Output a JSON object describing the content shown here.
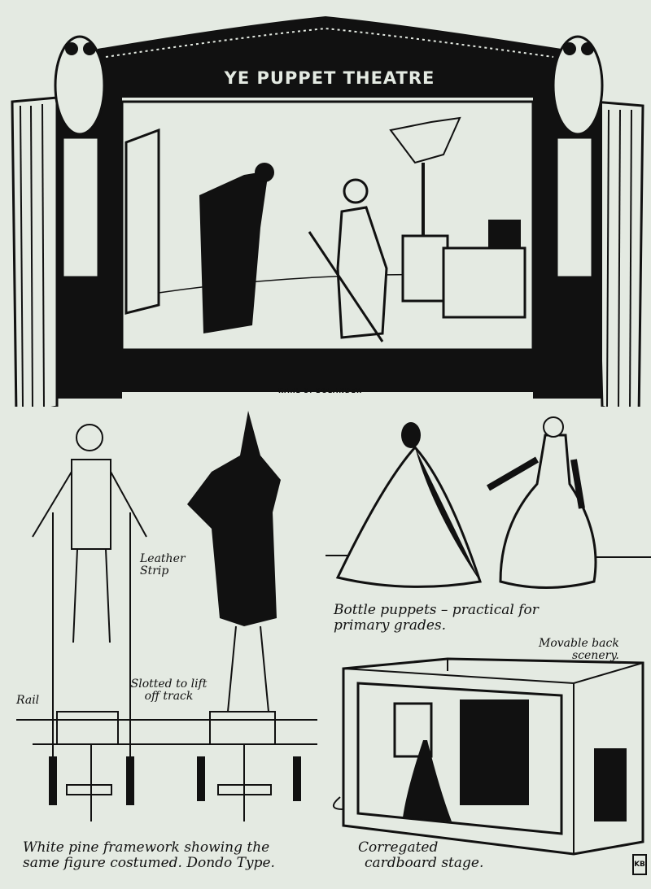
{
  "theatre": {
    "sign": "YE PUPPET THEATRE",
    "signature": "KARL S. BOLANDER"
  },
  "framework": {
    "leather_label": "Leather Strip",
    "slotted_label": "Slotted to lift off track",
    "rail_label": "Rail",
    "caption_line1": "White pine framework showing the",
    "caption_line2": "same figure costumed. Dondo Type."
  },
  "bottle": {
    "caption_line1": "Bottle puppets – practical for",
    "caption_line2": "primary grades."
  },
  "stage": {
    "scenery_label_line1": "Movable back",
    "scenery_label_line2": "scenery.",
    "caption_line1": "Corregated",
    "caption_line2": "cardboard stage."
  },
  "monogram": "KB",
  "colors": {
    "paper": "#e4eae2",
    "ink": "#111111"
  }
}
